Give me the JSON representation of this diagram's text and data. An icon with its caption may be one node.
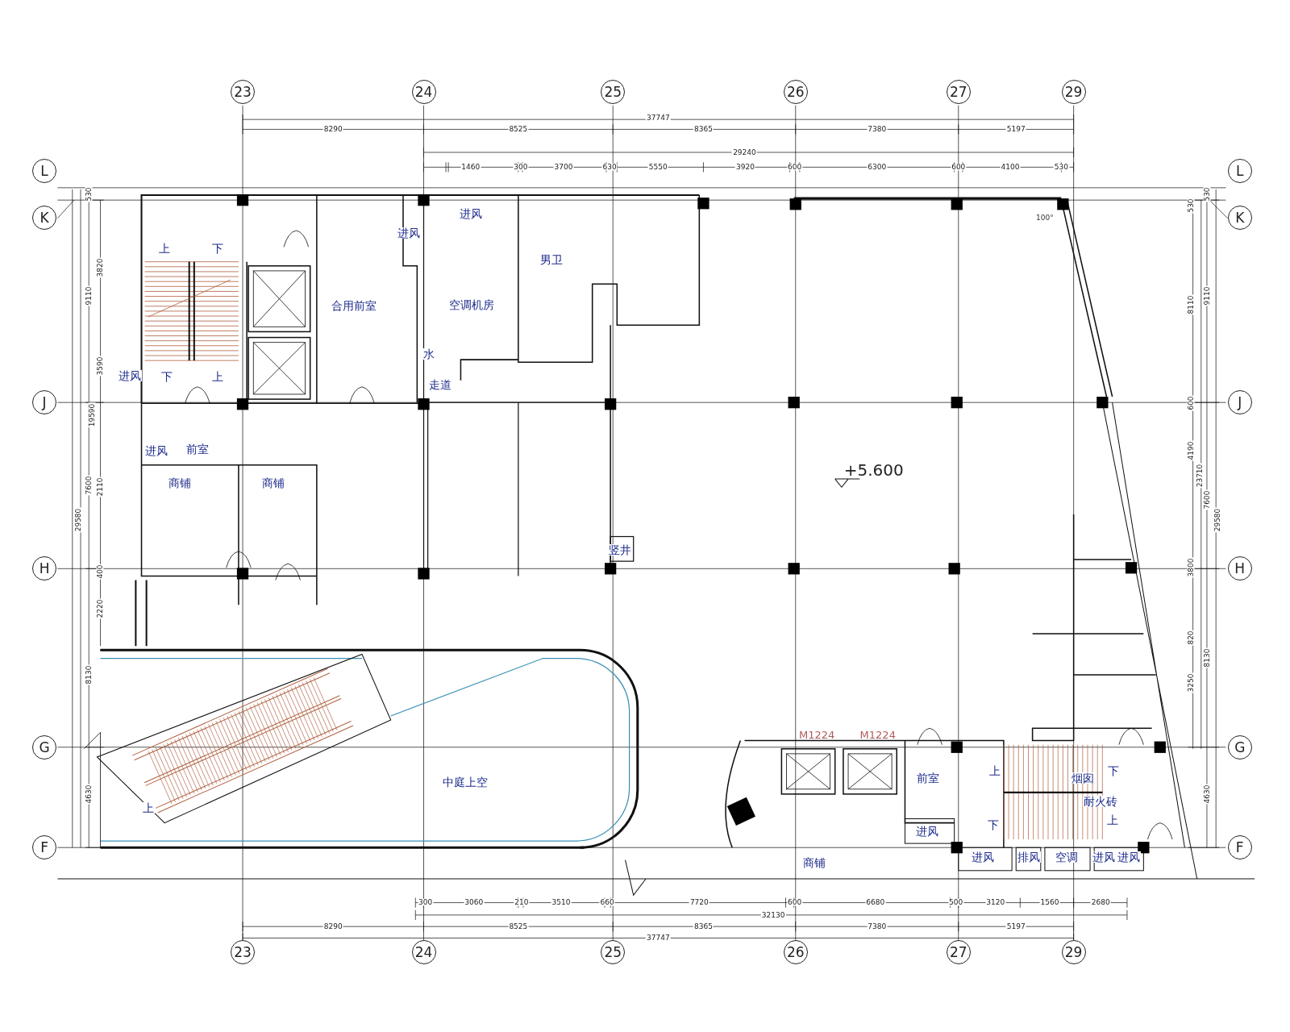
{
  "diagram": {
    "nodes": [
      {
        "text": [
          "23"
        ]
      },
      {
        "text": [
          "24"
        ]
      },
      {
        "text": [
          "25"
        ]
      },
      {
        "text": [
          "26"
        ]
      },
      {
        "text": [
          "27"
        ]
      },
      {
        "text": [
          "29"
        ]
      },
      {
        "text": [
          "L"
        ]
      },
      {
        "text": [
          "L"
        ]
      },
      {
        "text": [
          "K"
        ]
      },
      {
        "text": [
          "K"
        ]
      },
      {
        "text": [
          "J"
        ]
      },
      {
        "text": [
          "J"
        ]
      },
      {
        "text": [
          "H"
        ]
      },
      {
        "text": [
          "H"
        ]
      },
      {
        "text": [
          "G"
        ]
      },
      {
        "text": [
          "G"
        ]
      },
      {
        "text": [
          "F"
        ]
      },
      {
        "text": [
          "F"
        ]
      },
      {
        "text": [
          "23"
        ]
      },
      {
        "text": [
          "24"
        ]
      },
      {
        "text": [
          "25"
        ]
      },
      {
        "text": [
          "26"
        ]
      },
      {
        "text": [
          "27"
        ]
      },
      {
        "text": [
          "29"
        ]
      }
    ],
    "labels": [
      "37747",
      "8290",
      "8525",
      "8365",
      "7380",
      "5197",
      "29240",
      "1460",
      "300",
      "3700",
      "630",
      "5550",
      "3920",
      "600",
      "6300",
      "600",
      "4100",
      "530",
      "530",
      "3820",
      "9110",
      "3590",
      "19590",
      "7600",
      "2110",
      "29580",
      "400",
      "2220",
      "8130",
      "4630",
      "进风",
      "进风",
      "男卫",
      "上",
      "下",
      "合用前室",
      "空调机房",
      "水",
      "进风",
      "下",
      "上",
      "走道",
      "进风",
      "前室",
      "商铺",
      "商铺",
      "+5.600",
      "竖井",
      "M1224",
      "M1224",
      "上",
      "前室",
      "烟囱",
      "下",
      "中庭上空",
      "耐火砖",
      "上",
      "下",
      "上",
      "进风",
      "进风",
      "排风",
      "空调",
      "进风",
      "进风",
      "商铺",
      "100°",
      "530",
      "530",
      "8110",
      "9110",
      "600",
      "4190",
      "23710",
      "7600",
      "29580",
      "3800",
      "820",
      "8130",
      "3250",
      "4630",
      "300",
      "3060",
      "210",
      "3510",
      "660",
      "7720",
      "600",
      "6680",
      "500",
      "3120",
      "1560",
      "2680",
      "32130",
      "8290",
      "8525",
      "8365",
      "7380",
      "5197",
      "37747"
    ]
  }
}
